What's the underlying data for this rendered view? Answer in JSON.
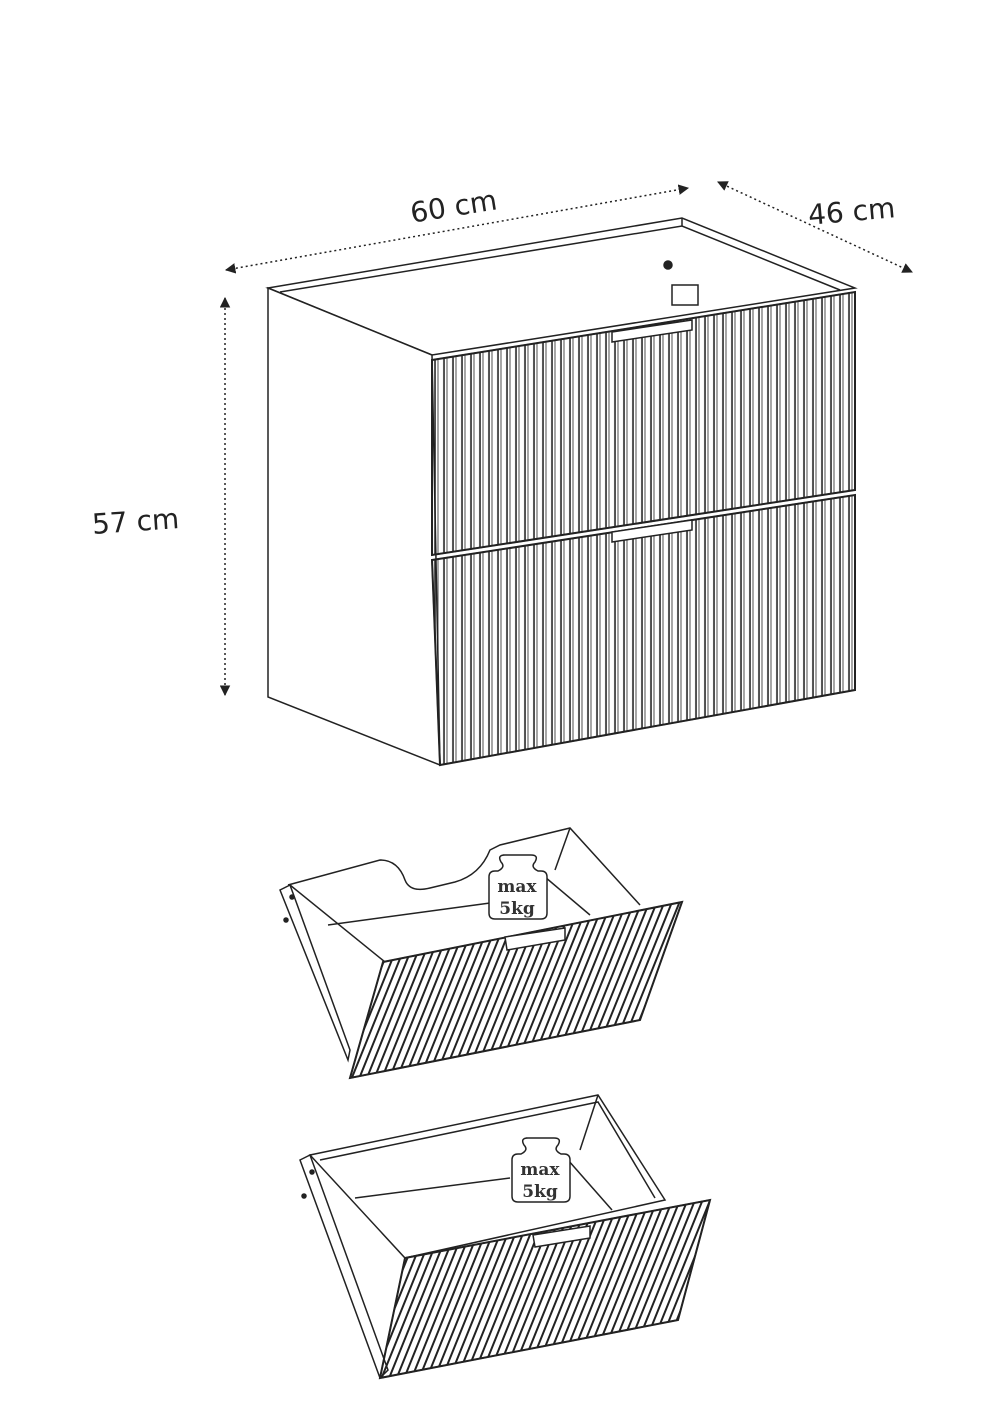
{
  "dimensions": {
    "width_label": "60 cm",
    "depth_label": "46 cm",
    "height_label": "57 cm"
  },
  "drawers": [
    {
      "load_line1": "max",
      "load_line2": "5kg"
    },
    {
      "load_line1": "max",
      "load_line2": "5kg"
    }
  ],
  "colors": {
    "line": "#222222",
    "background": "#ffffff"
  }
}
